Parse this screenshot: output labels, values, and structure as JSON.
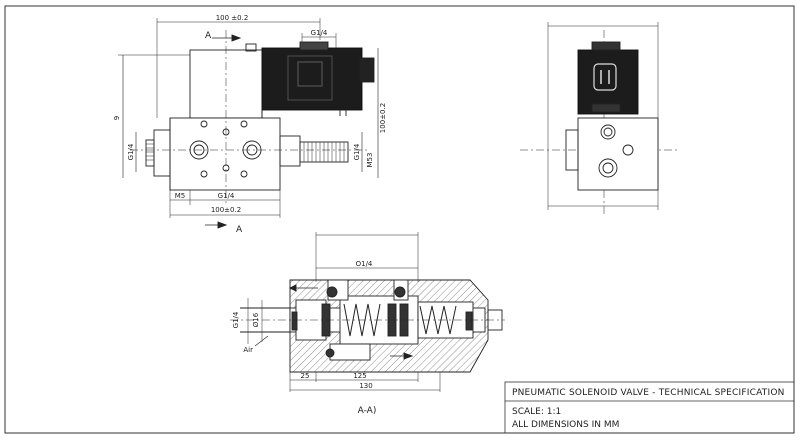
{
  "title_block": {
    "title": "PNEUMATIC SOLENOID VALVE - TECHNICAL SPECIFICATION",
    "scale": "SCALE: 1:1",
    "units": "ALL DIMENSIONS IN MM"
  },
  "front_view": {
    "overall_width": "100 ±0.2",
    "solenoid_port": "G1/4",
    "section_mark_top": "A",
    "section_mark_bottom": "A",
    "left_height": "9",
    "left_port": "G1/4",
    "right_height": "100±0.2",
    "right_port": "G1/4",
    "thread": "M53",
    "bottom_m5": "M5",
    "bottom_port": "G1/4",
    "bottom_width": "100±0.2"
  },
  "section_view": {
    "label": "A-A)",
    "top_port": "O1/4",
    "left_port": "G1/4",
    "left_dim": "Ø16",
    "air": "Air",
    "dim_25": "25",
    "dim_125": "125",
    "dim_130": "130"
  }
}
